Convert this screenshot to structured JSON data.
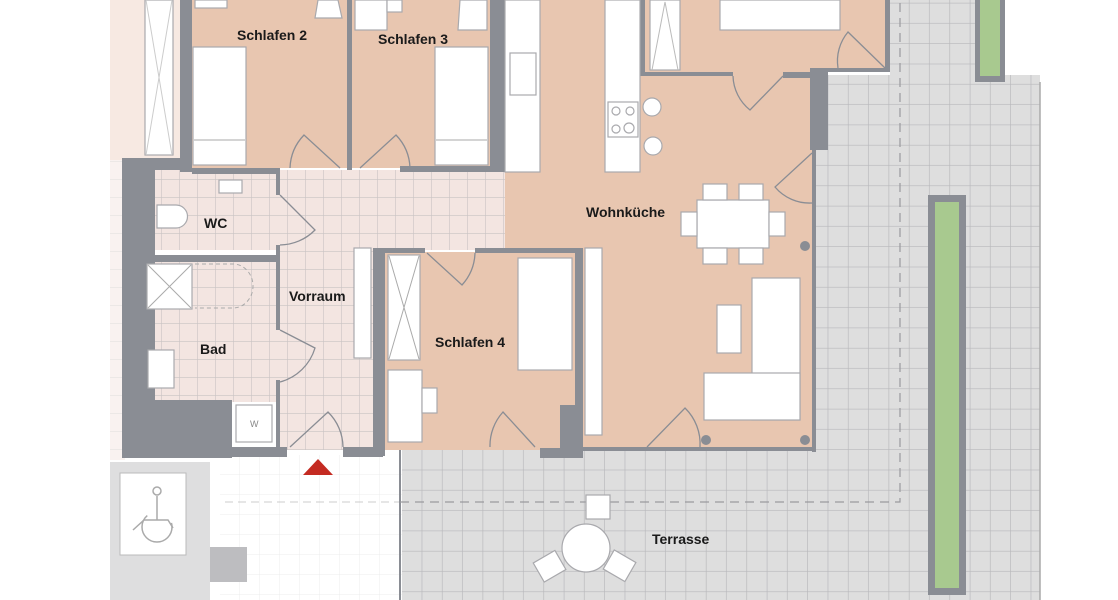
{
  "rooms": {
    "schlafen2": "Schlafen 2",
    "schlafen3": "Schlafen 3",
    "wc": "WC",
    "vorraum": "Vorraum",
    "bad": "Bad",
    "schlafen4": "Schlafen 4",
    "wohnkueche": "Wohnküche",
    "terrasse": "Terrasse"
  },
  "fixtures": {
    "washer_label": "W"
  },
  "icons": {
    "entrance": "red-triangle-entrance-marker",
    "accessible": "wheelchair-icon"
  },
  "colors": {
    "room_fill": "#e8c6b0",
    "wet_room_fill": "#f3e5e1",
    "terrace_fill": "#dedede",
    "wall": "#8a8d94",
    "planter": "#a8c98f",
    "entrance_marker": "#c42b22"
  }
}
